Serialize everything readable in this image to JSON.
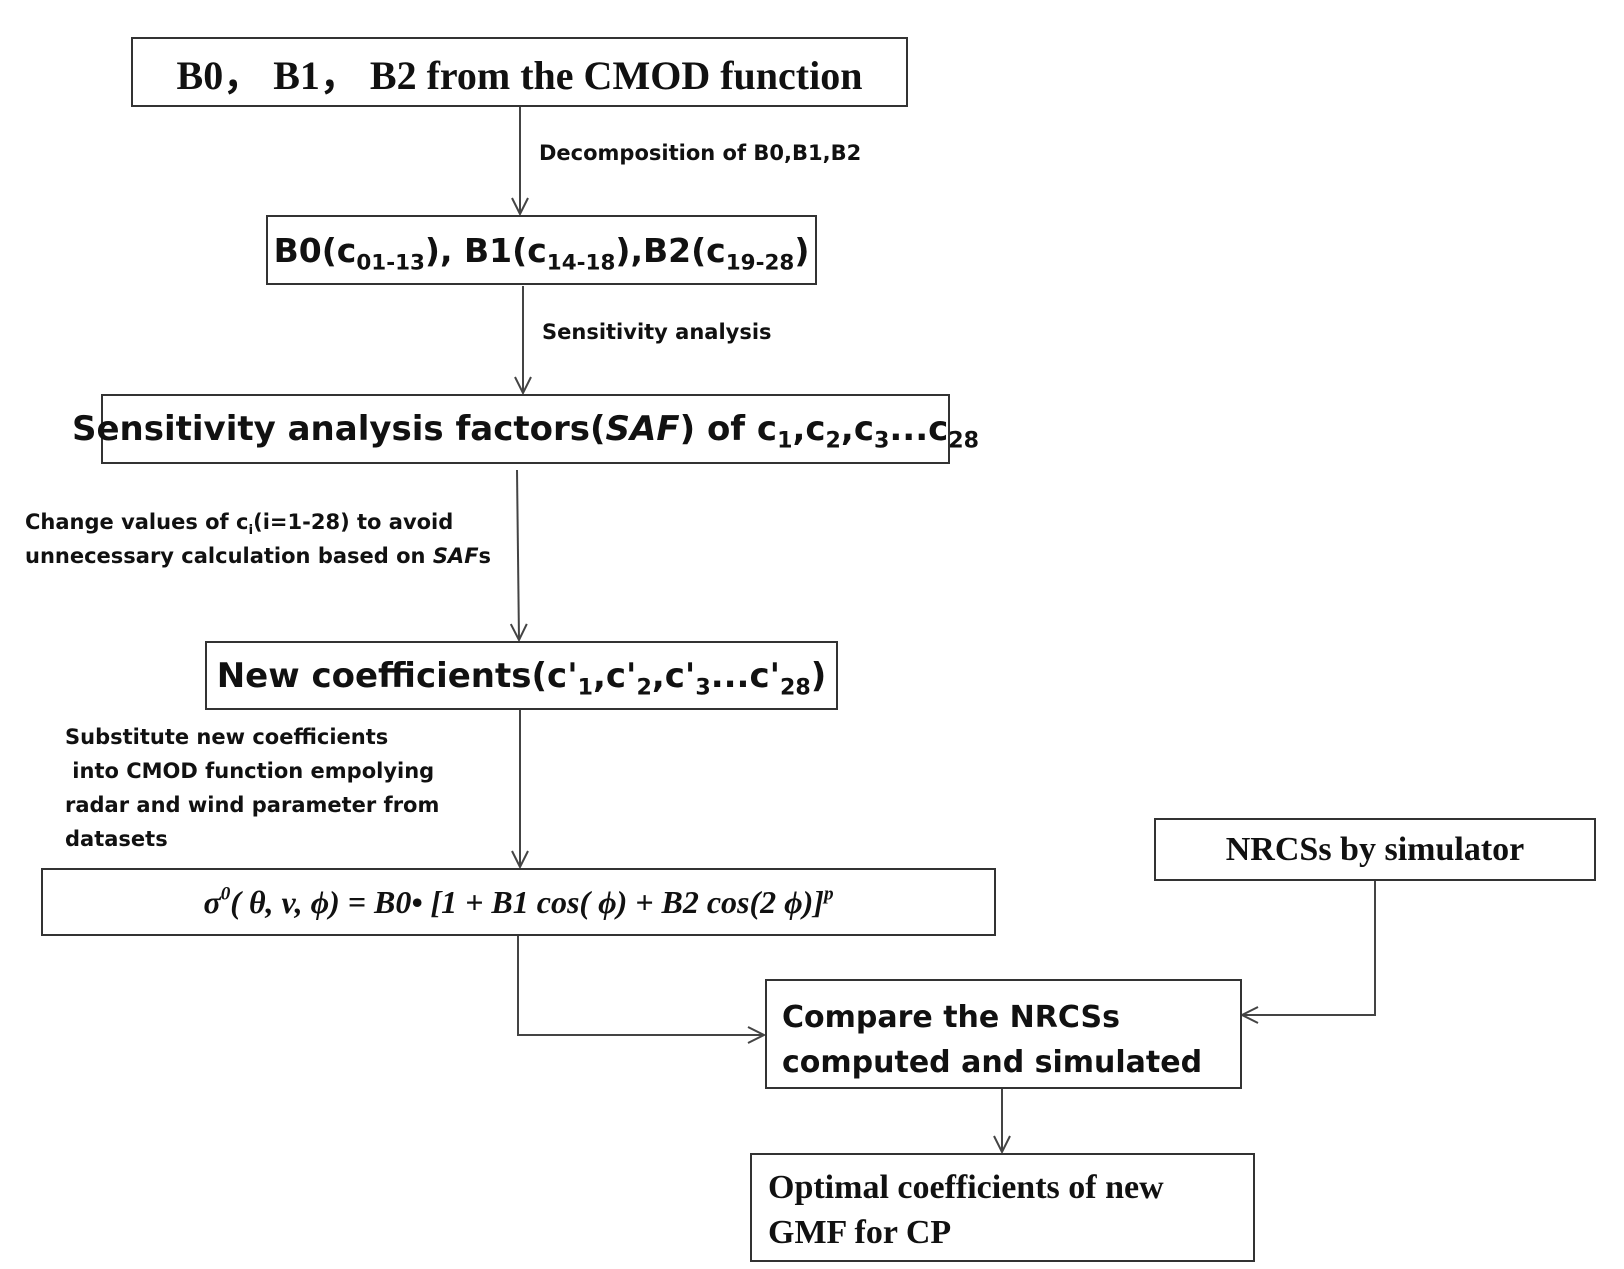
{
  "nodes": {
    "cmod": {
      "text": "B0， B1， B2 from the CMOD function"
    },
    "decomp": {
      "b0": "B0(c",
      "b0_sub": "01-13",
      "b1": "), B1(c",
      "b1_sub": "14-18",
      "b2": "),B2(c",
      "b2_sub": "19-28",
      "end": ")"
    },
    "saf": {
      "prefix": "Sensitivity analysis factors(",
      "abbr": "SAF",
      "mid": ") of c",
      "s1": "1",
      "c2": ",c",
      "s2": "2",
      "c3": ",c",
      "s3": "3",
      "dots": "...c",
      "s28": "28"
    },
    "newcoef": {
      "prefix": "New coefficients(c'",
      "s1": "1",
      "c2": ",c'",
      "s2": "2",
      "c3": ",c'",
      "s3": "3",
      "dots": "...c'",
      "s28": "28",
      "end": ")"
    },
    "formula": {
      "sigma": "σ",
      "sup0": "0",
      "body": "( θ, v,  ϕ) = B0• [1 +  B1 cos( ϕ) +  B2 cos(2 ϕ)]",
      "supp": "p"
    },
    "simulator": {
      "text": "NRCSs by simulator"
    },
    "compare": {
      "line1": "Compare the NRCSs",
      "line2": "computed and simulated"
    },
    "optimal": {
      "line1": "Optimal coefficients of new",
      "line2": "GMF for CP"
    }
  },
  "edges": {
    "decomposition": "Decomposition of B0,B1,B2",
    "sensitivity": "Sensitivity analysis",
    "change": {
      "l1a": "Change values of c",
      "l1sub": "i",
      "l1b": "(i=1-28)   to avoid",
      "l2a": "unnecessary calculation based on  ",
      "l2it": "SAF",
      "l2b": "s"
    },
    "substitute": {
      "l1": "Substitute new coefficients",
      "l2": " into CMOD function empolying",
      "l3": "radar and wind parameter from",
      "l4": "datasets"
    }
  },
  "colors": {
    "line": "#444444",
    "text": "#111111",
    "background": "#ffffff"
  }
}
